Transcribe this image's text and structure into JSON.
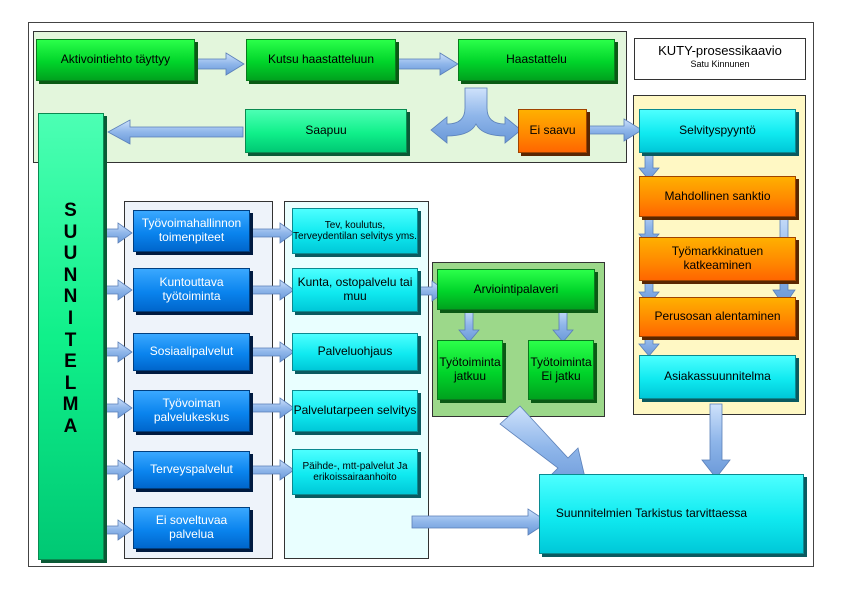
{
  "title": "KUTY-prosessikaavio",
  "author": "Satu Kinnunen",
  "vertical_label": "SUUNNITELMA",
  "top": {
    "activation": "Aktivointiehto täyttyy",
    "invite": "Kutsu haastatteluun",
    "interview": "Haastattelu",
    "arrives": "Saapuu",
    "no_show": "Ei saavu"
  },
  "services": [
    "Työvoimahallinnon toimenpiteet",
    "Kuntouttava työtoiminta",
    "Sosiaalipalvelut",
    "Työvoiman palvelukeskus",
    "Terveyspalvelut",
    "Ei soveltuvaa palvelua"
  ],
  "providers": [
    "Tev, koulutus, Terveydentilan selvitys yms.",
    "Kunta, ostopalvelu tai muu",
    "Palveluohjaus",
    "Palvelutarpeen selvitys",
    "Päihde-, mtt-palvelut Ja erikoissairaanhoito"
  ],
  "assessment": {
    "meeting": "Arviointipalaveri",
    "continues": "Työtoiminta jatkuu",
    "not_continues": "Työtoiminta Ei jatku"
  },
  "sanctions": {
    "request": "Selvityspyyntö",
    "possible_sanction": "Mahdollinen sanktio",
    "benefit_ends": "Työmarkkinatuen katkeaminen",
    "reduction": "Perusosan alentaminen",
    "client_plan": "Asiakassuunnitelma"
  },
  "final": "Suunnitelmien Tarkistus tarvittaessa",
  "colors": {
    "green": "#00d42a",
    "mint": "#10f08a",
    "cyan": "#10eaf0",
    "blue": "#0a84ee",
    "orange": "#ff8a00",
    "arrow": "#9ec3ee"
  }
}
